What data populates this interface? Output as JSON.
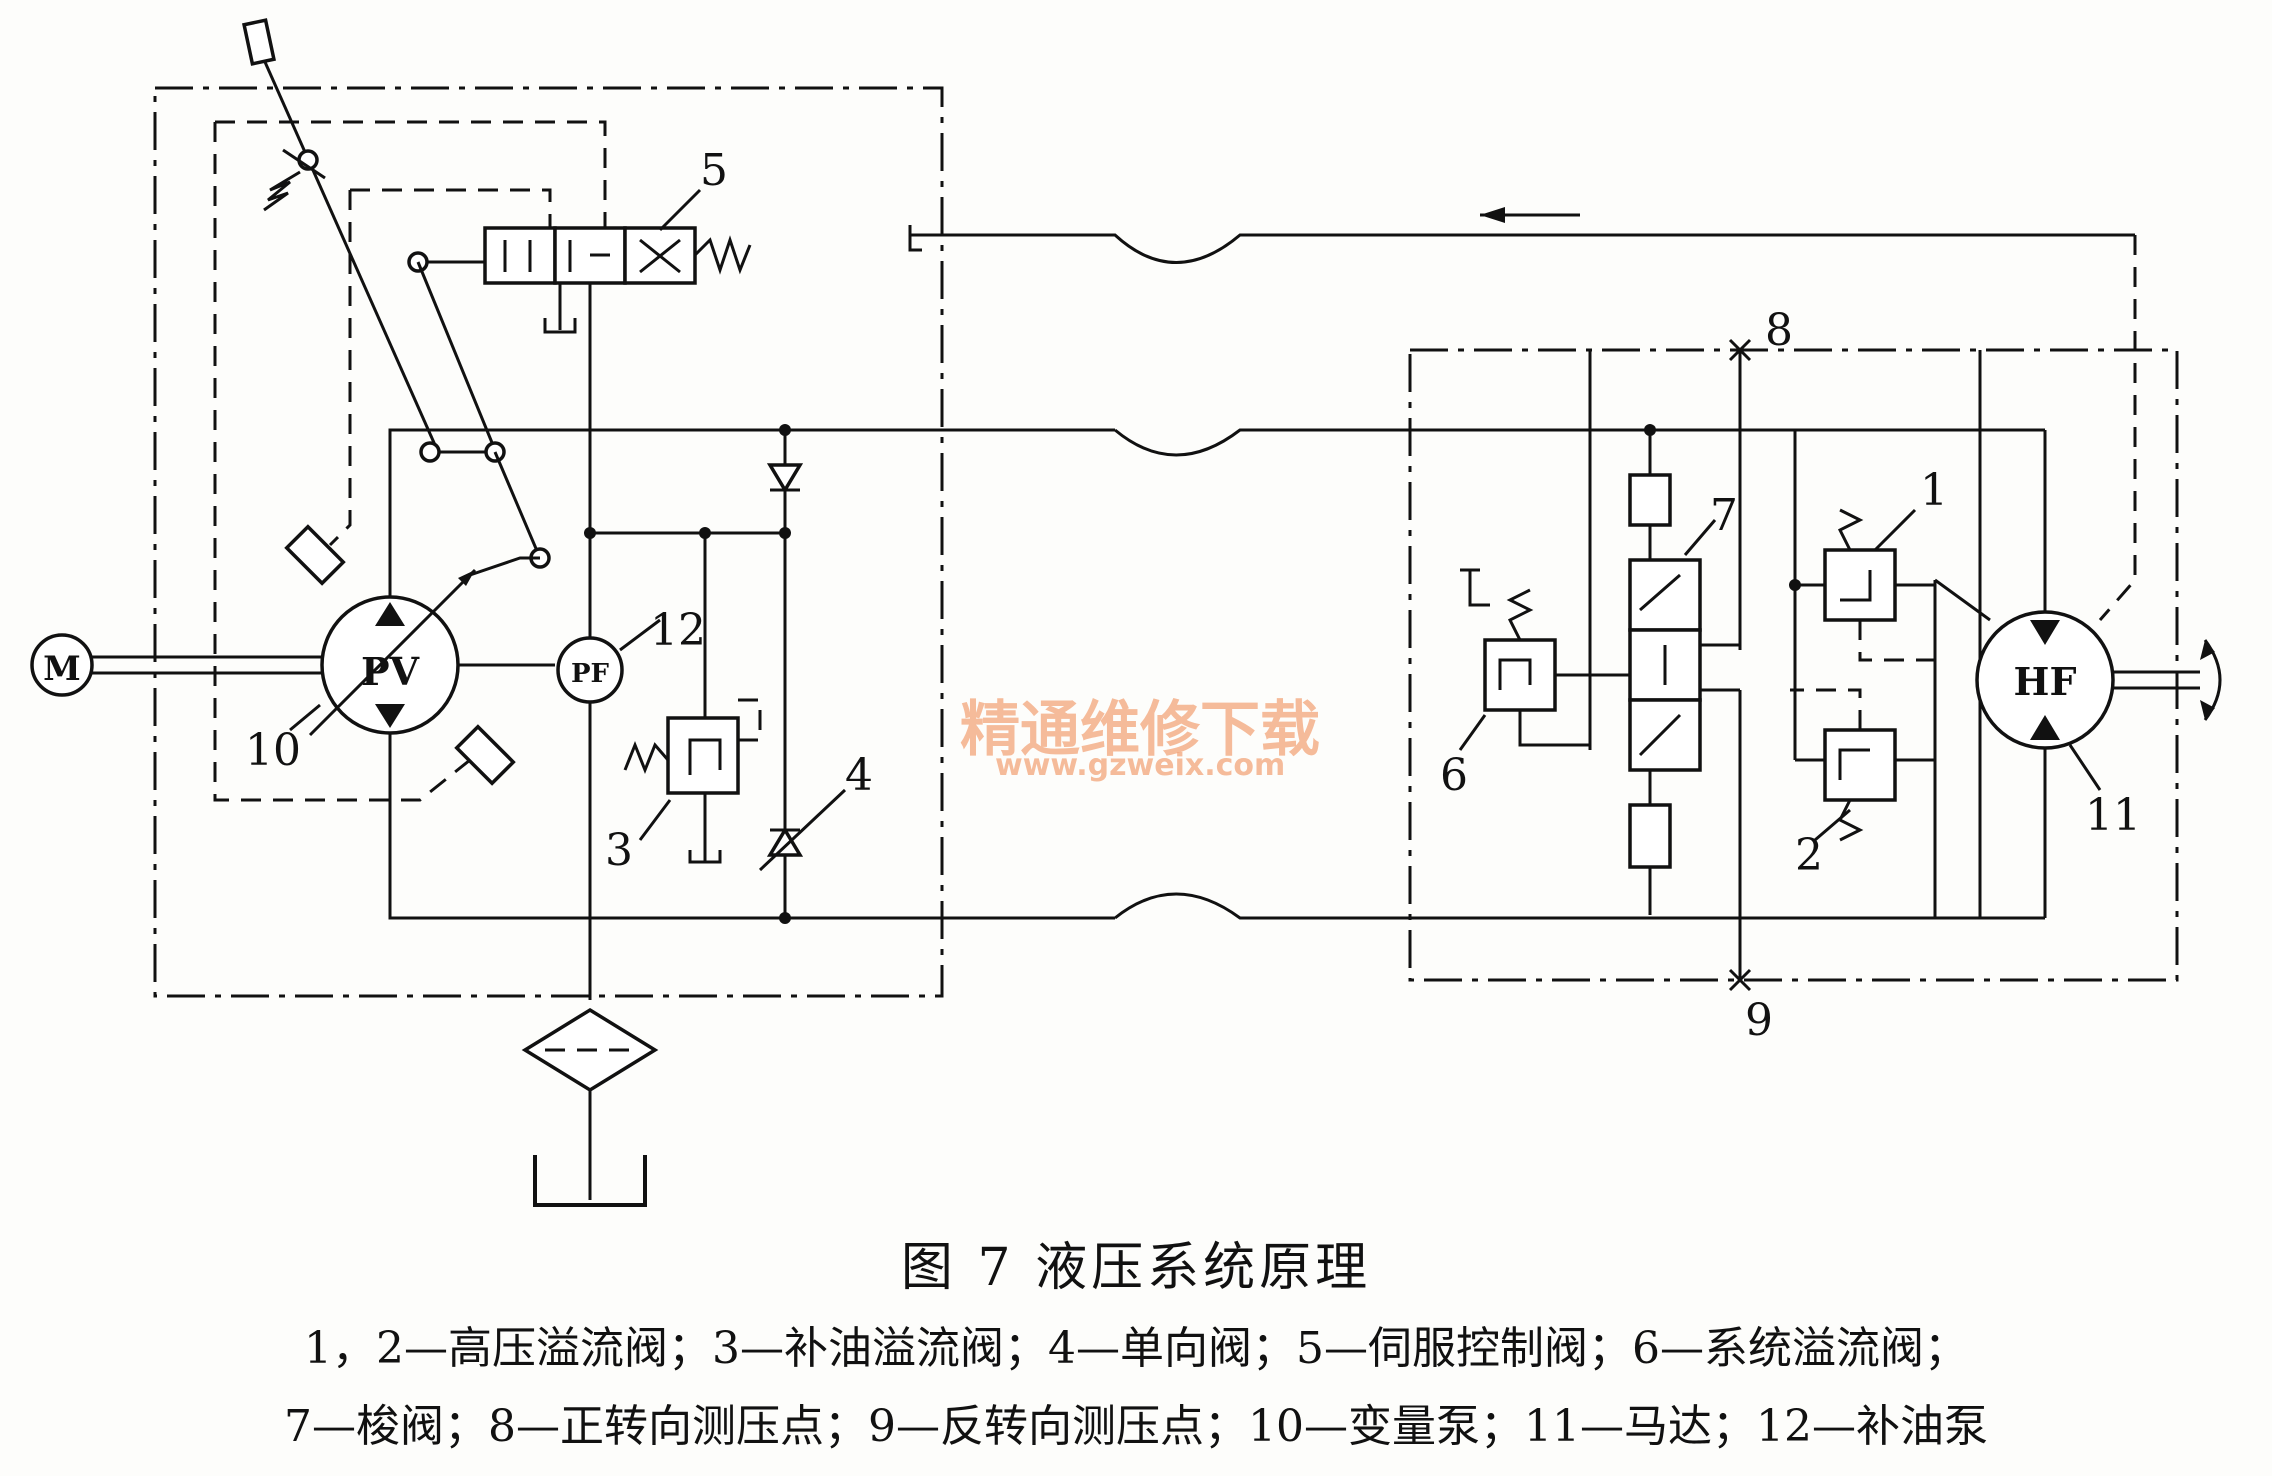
{
  "figure": {
    "title": "图 7    液压系统原理",
    "legend_line1": "1，2—高压溢流阀；3—补油溢流阀；4—单向阀；5—伺服控制阀；6—系统溢流阀；",
    "legend_line2": "7—梭阀；8—正转向测压点；9—反转向测压点；10—变量泵；11—马达；12—补油泵"
  },
  "symbols": {
    "motor": "M",
    "pump": "PV",
    "charge_pump": "PF",
    "hyd_motor": "HF"
  },
  "labels": [
    "1",
    "2",
    "3",
    "4",
    "5",
    "6",
    "7",
    "8",
    "9",
    "10",
    "11",
    "12"
  ],
  "watermark": {
    "text_cn": "精通维修下载",
    "text_url": "www.gzweix.com"
  }
}
